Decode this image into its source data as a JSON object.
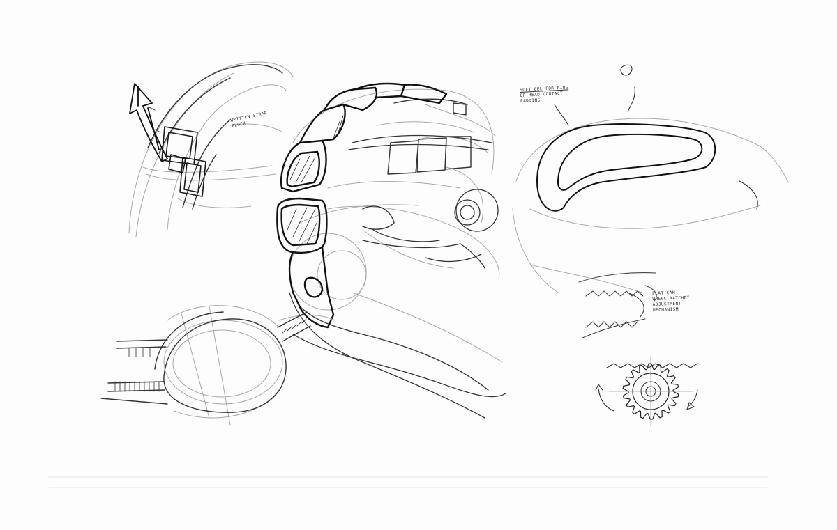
{
  "annotations": {
    "strap_note": [
      "WRITTEN STRAP",
      "BLOCK"
    ],
    "soft_gel_note": [
      "SOFT GEL FOR RING",
      "OF HEAD CONTACT",
      "PADDING"
    ],
    "ratchet_note": [
      "FLAT CAM",
      "WHEEL RATCHET",
      "ADJUSTMENT",
      "MECHANISM"
    ]
  },
  "colors": {
    "paper": "#fdfdfd",
    "line_dark": "#111111",
    "line_mid": "#4a4a4a",
    "line_light": "#a8a8a8"
  }
}
